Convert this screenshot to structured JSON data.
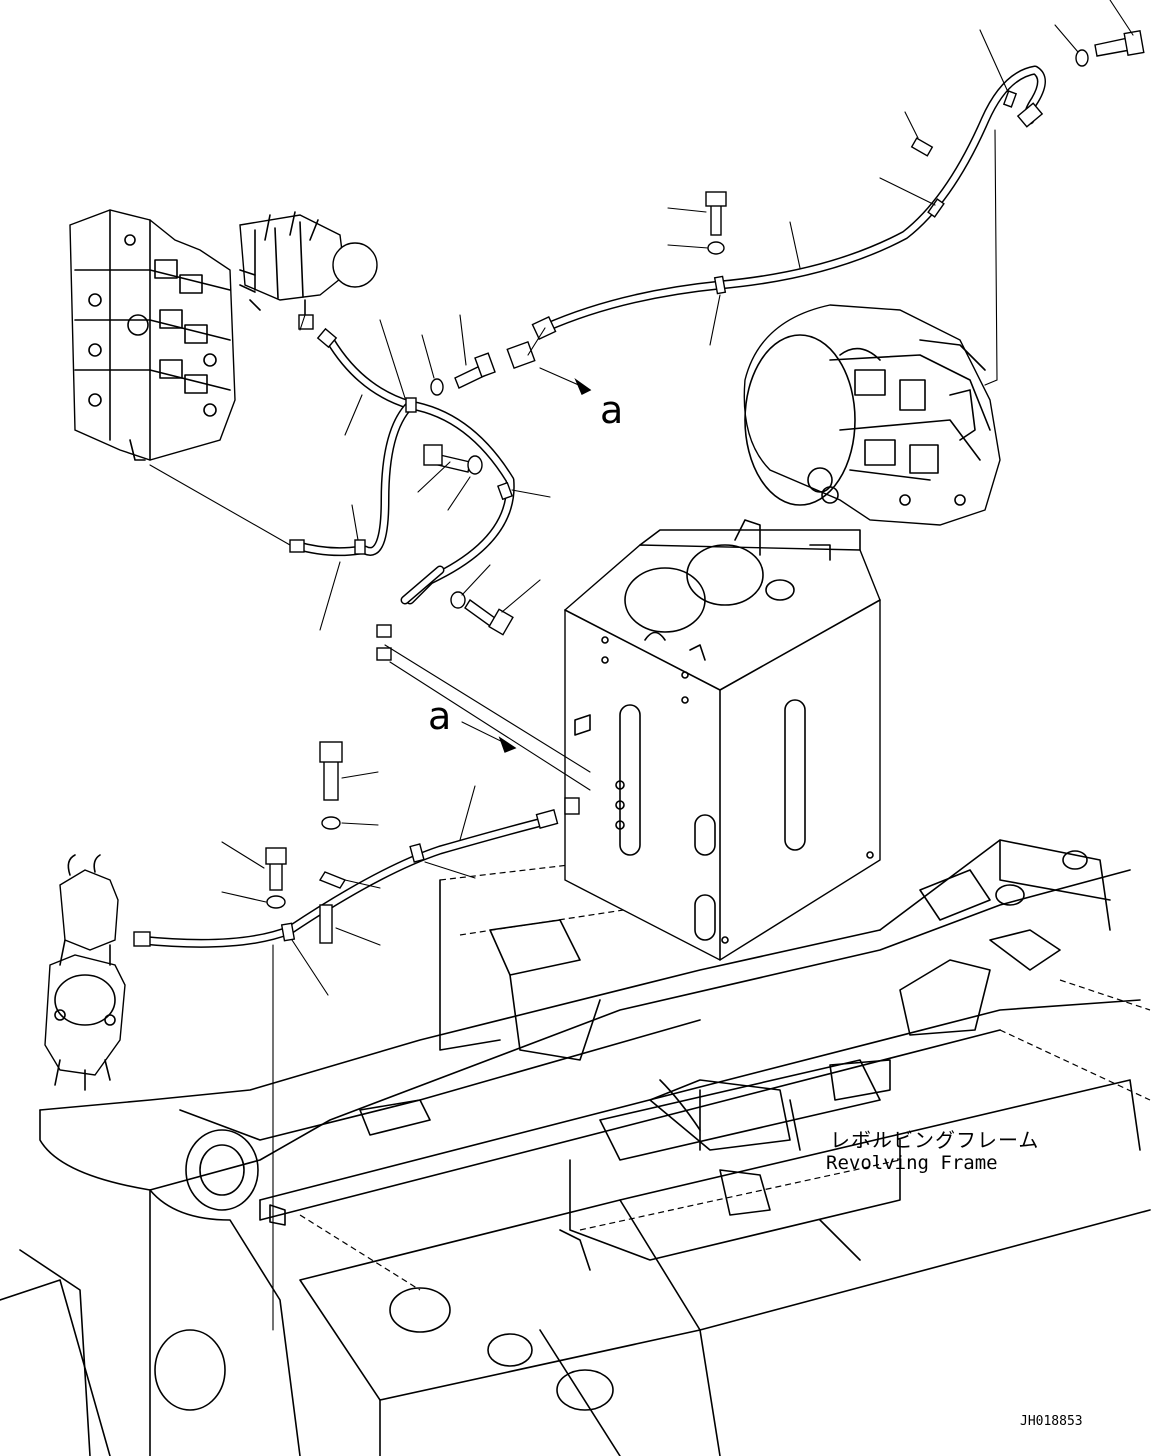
{
  "view_marker": "a",
  "frame_label_jp": "レボルビングフレーム",
  "frame_label_en": "Revolving Frame",
  "drawing_code": "JH018853"
}
